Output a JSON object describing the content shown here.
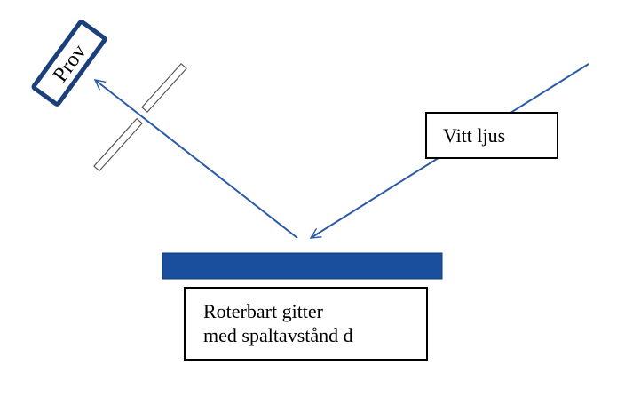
{
  "labels": {
    "sample": "Prov",
    "white_light": "Vitt ljus",
    "grating_line1": "Roterbart gitter",
    "grating_line2": "med spaltavstånd d"
  },
  "colors": {
    "ray": "#2a5aa8",
    "grating": "#1a4f9e",
    "sample_border": "#1b3f7a"
  }
}
